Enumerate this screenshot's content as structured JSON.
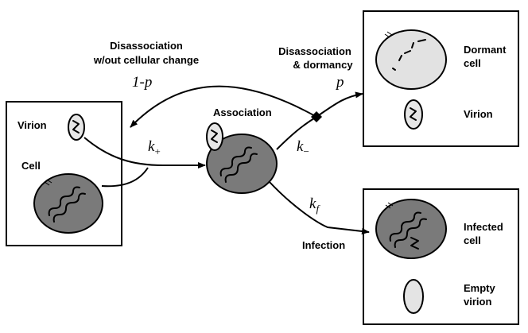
{
  "labels": {
    "disassoc_change": [
      "Disassociation",
      "w/out cellular change"
    ],
    "disassoc_dormancy": [
      "Disassociation",
      "& dormancy"
    ],
    "association": "Association",
    "infection": "Infection",
    "virion_left": "Virion",
    "cell_left": "Cell",
    "dormant_cell": [
      "Dormant",
      "cell"
    ],
    "virion_right": "Virion",
    "infected_cell": [
      "Infected",
      "cell"
    ],
    "empty_virion": [
      "Empty",
      "virion"
    ]
  },
  "rates": {
    "one_minus_p": "1-p",
    "p": "p",
    "k_plus": "k",
    "k_plus_sub": "+",
    "k_minus": "k",
    "k_minus_sub": "−",
    "k_f": "k",
    "k_f_sub": "f"
  },
  "colors": {
    "cell_fill": "#7a7a7a",
    "virion_fill": "#e6e6e6",
    "dormant_fill": "#e2e2e2",
    "empty_virion_fill": "#e4e4e4",
    "line": "#000000"
  }
}
